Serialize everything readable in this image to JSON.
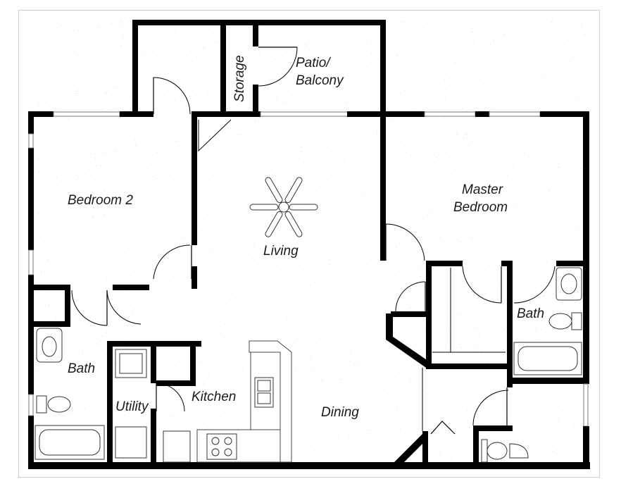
{
  "rooms": {
    "patio_line1": "Patio/",
    "patio_line2": "Balcony",
    "storage": "Storage",
    "bedroom2": "Bedroom 2",
    "living": "Living",
    "master_line1": "Master",
    "master_line2": "Bedroom",
    "bath_master": "Bath",
    "bath_left": "Bath",
    "utility": "Utility",
    "kitchen": "Kitchen",
    "dining": "Dining"
  },
  "colors": {
    "wall": "#000000",
    "background": "#ffffff",
    "frame_border": "#cfcfcf"
  },
  "icons": {
    "fan": "ceiling-fan-icon"
  }
}
